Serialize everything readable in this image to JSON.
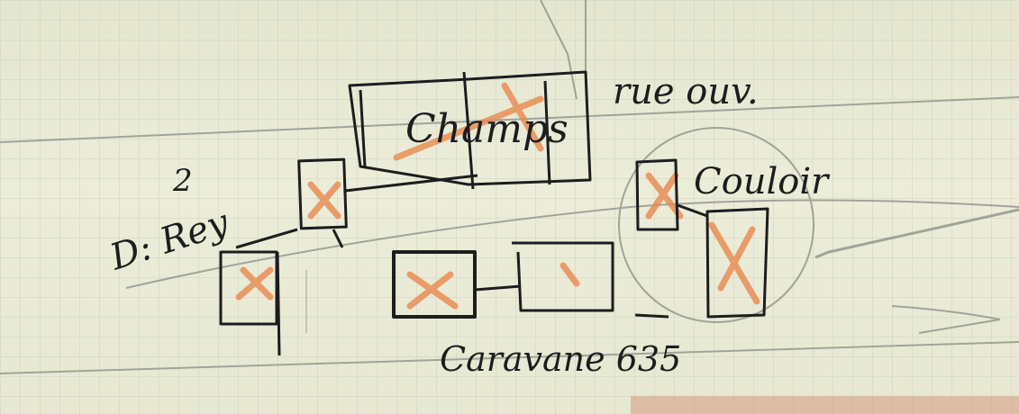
{
  "sketch": {
    "labels": {
      "champs": "Champs",
      "rue_ouverte": "rue ouv.",
      "number_2": "2",
      "d_rey": "D: Rey",
      "couloir": "Couloir",
      "caravane": "Caravane 635"
    },
    "colors": {
      "paper": "#e9ead6",
      "grid": "#c9ceb8",
      "ink": "#1d1d1f",
      "pencil": "#8a8c86",
      "orange_mark": "#e8894e",
      "bottom_red": "#d9a08a"
    }
  }
}
